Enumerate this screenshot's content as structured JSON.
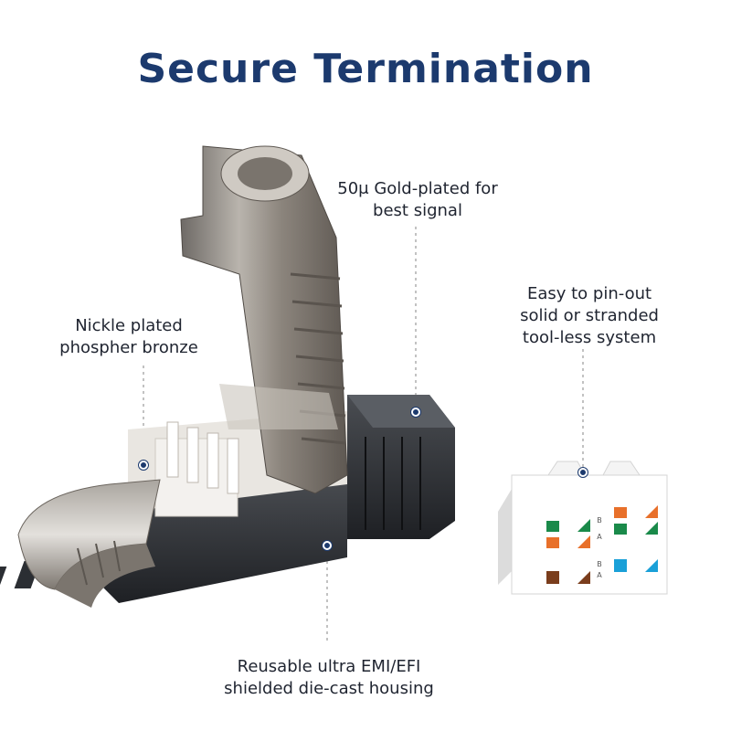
{
  "title": "Secure Termination",
  "callouts": {
    "gold": [
      "50μ Gold-plated for",
      "best signal"
    ],
    "nickel": [
      "Nickle plated",
      "phospher bronze"
    ],
    "pinout": [
      "Easy to pin-out",
      "solid or stranded",
      "tool-less system"
    ],
    "housing": [
      "Reusable ultra EMI/EFI",
      "shielded die-cast housing"
    ]
  },
  "keystone_letters": [
    "B",
    "A",
    "B",
    "A"
  ],
  "colors": {
    "title": "#1c3a6e",
    "green": "#1a8a4a",
    "orange": "#e8702a",
    "brown": "#7a3d1c",
    "blue": "#1aa0d8"
  }
}
